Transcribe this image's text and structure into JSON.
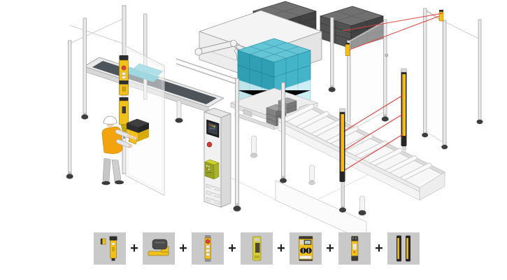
{
  "colors": {
    "yellow": "#f2c01a",
    "yellowdeep": "#d9a90a",
    "teal": "#44b4c8",
    "tealdark": "#309fb4",
    "tealtop": "#63c5d5",
    "teallight": "#bfe5ec",
    "red": "#e2403b",
    "boxbg": "#c9c9c9",
    "plus": "#1d1d1d",
    "vest": "#f3a40d",
    "skin": "#f2d3b4",
    "olive": "#96a024",
    "olivetop": "#ccd32f",
    "beltdark": "#4e555a"
  },
  "scene": {
    "label": "Automated palletizing cell with safety fencing, safety gate, control cabinet and light curtains"
  },
  "product_row": {
    "separator": "+",
    "items": [
      {
        "name": "safety-gate-interlock-switch"
      },
      {
        "name": "door-handle-module"
      },
      {
        "name": "escape-release-pushbutton-unit"
      },
      {
        "name": "safety-gate-sensor-module"
      },
      {
        "name": "configurable-safety-controller"
      },
      {
        "name": "safety-relay"
      },
      {
        "name": "safety-light-curtain-pair"
      }
    ]
  }
}
